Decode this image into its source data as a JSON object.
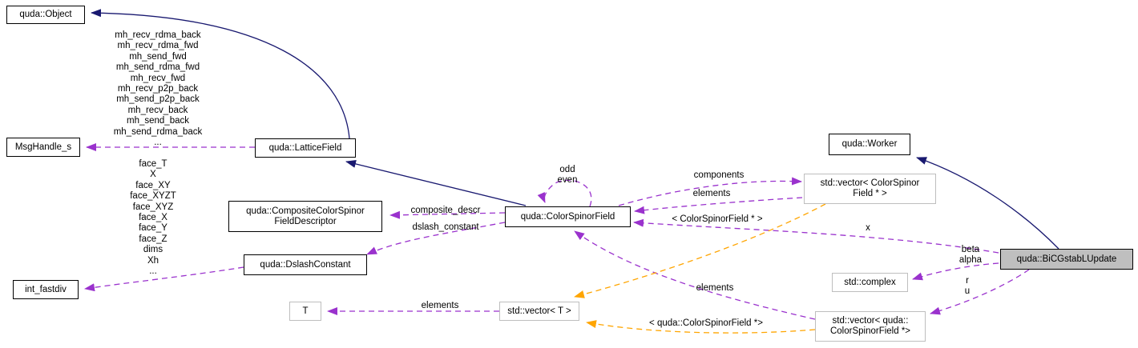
{
  "colors": {
    "inheritance_edge": "#191970",
    "usage_edge": "#9a32cd",
    "template_edge": "#ffa500",
    "node_border": "#000000",
    "external_node_border": "#bebebe",
    "node_fill": "#ffffff",
    "focus_node_fill": "#bfbfbf",
    "background": "#ffffff"
  },
  "nodes": {
    "object": {
      "label": "quda::Object"
    },
    "msg_handle": {
      "label": "MsgHandle_s"
    },
    "lattice_field": {
      "label": "quda::LatticeField"
    },
    "composite_descriptor": {
      "label": "quda::CompositeColorSpinor\nFieldDescriptor"
    },
    "dslash_constant": {
      "label": "quda::DslashConstant"
    },
    "int_fastdiv": {
      "label": "int_fastdiv"
    },
    "t": {
      "label": "T"
    },
    "color_spinor_field": {
      "label": "quda::ColorSpinorField"
    },
    "vector_color_spinor_field": {
      "label": "std::vector< ColorSpinor\nField * >"
    },
    "worker": {
      "label": "quda::Worker"
    },
    "std_complex": {
      "label": "std::complex"
    },
    "vector_quda_color_spinor_field": {
      "label": "std::vector< quda::\nColorSpinorField *>"
    },
    "bicgstabl_update": {
      "label": "quda::BiCGstabLUpdate"
    }
  },
  "edges": {
    "lattice_to_object": {
      "from": "quda::LatticeField",
      "to": "quda::Object",
      "type": "inheritance",
      "label": ""
    },
    "csf_to_lattice": {
      "from": "quda::ColorSpinorField",
      "to": "quda::LatticeField",
      "type": "inheritance",
      "label": ""
    },
    "bicg_to_worker": {
      "from": "quda::BiCGstabLUpdate",
      "to": "quda::Worker",
      "type": "inheritance",
      "label": ""
    },
    "lattice_to_msghandle": {
      "from": "quda::LatticeField",
      "to": "MsgHandle_s",
      "type": "usage",
      "label": "mh_recv_rdma_back\nmh_recv_rdma_fwd\nmh_send_fwd\nmh_send_rdma_fwd\nmh_recv_fwd\nmh_recv_p2p_back\nmh_send_p2p_back\nmh_recv_back\nmh_send_back\nmh_send_rdma_back\n..."
    },
    "dslash_to_intfastdiv": {
      "from": "quda::DslashConstant",
      "to": "int_fastdiv",
      "type": "usage",
      "label": "face_T\nX\nface_XY\nface_XYZT\nface_XYZ\nface_X\nface_Y\nface_Z\ndims\nXh\n..."
    },
    "csf_to_composite": {
      "from": "quda::ColorSpinorField",
      "to": "quda::CompositeColorSpinorFieldDescriptor",
      "type": "usage",
      "label": "composite_descr"
    },
    "csf_to_dslash": {
      "from": "quda::ColorSpinorField",
      "to": "quda::DslashConstant",
      "type": "usage",
      "label": "dslash_constant"
    },
    "csf_self_loop": {
      "from": "quda::ColorSpinorField",
      "to": "quda::ColorSpinorField",
      "type": "usage",
      "label": "odd\neven"
    },
    "csf_to_vector": {
      "from": "quda::ColorSpinorField",
      "to": "std::vector< ColorSpinorField * >",
      "type": "usage",
      "label": "components"
    },
    "vector_to_csf": {
      "from": "std::vector< ColorSpinorField * >",
      "to": "quda::ColorSpinorField",
      "type": "usage",
      "label": "elements"
    },
    "vector_to_vector_t": {
      "from": "std::vector< ColorSpinorField * >",
      "to": "std::vector< T >",
      "type": "template",
      "label": "< ColorSpinorField * >"
    },
    "bicg_to_csf": {
      "from": "quda::BiCGstabLUpdate",
      "to": "quda::ColorSpinorField",
      "type": "usage",
      "label": "x"
    },
    "bicg_to_complex": {
      "from": "quda::BiCGstabLUpdate",
      "to": "std::complex",
      "type": "usage",
      "label": "beta\nalpha"
    },
    "bicg_to_vector_quda": {
      "from": "quda::BiCGstabLUpdate",
      "to": "std::vector< quda::ColorSpinorField *>",
      "type": "usage",
      "label": "r\nu"
    },
    "vector_quda_to_csf": {
      "from": "std::vector< quda::ColorSpinorField *>",
      "to": "quda::ColorSpinorField",
      "type": "usage",
      "label": "elements"
    },
    "vector_quda_to_vector_t": {
      "from": "std::vector< quda::ColorSpinorField *>",
      "to": "std::vector< T >",
      "type": "template",
      "label": "< quda::ColorSpinorField *>"
    },
    "vector_t_to_t": {
      "from": "std::vector< T >",
      "to": "T",
      "type": "usage",
      "label": "elements"
    }
  }
}
